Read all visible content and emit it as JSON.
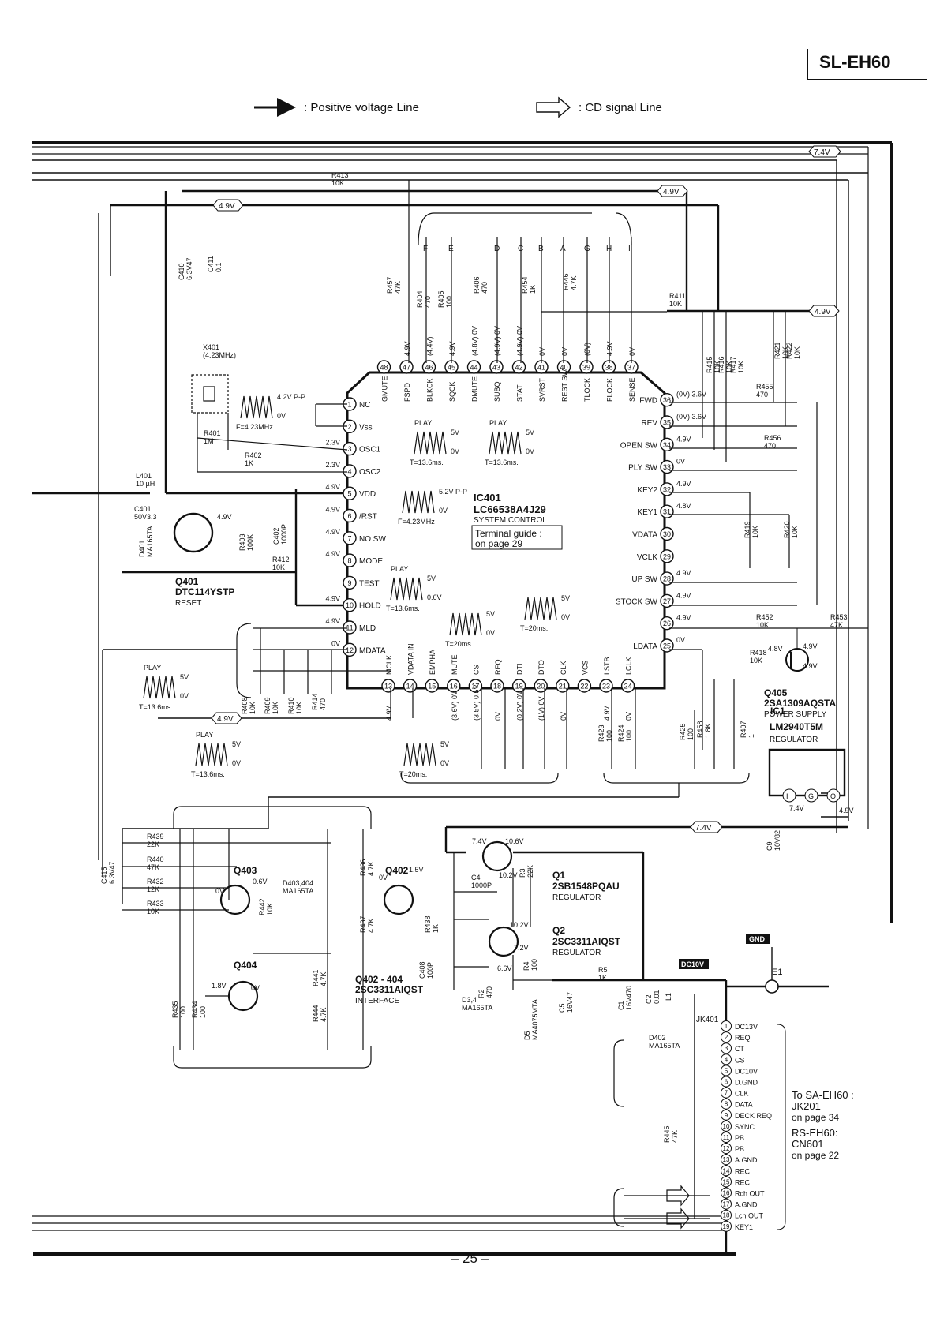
{
  "header": {
    "model": "SL-EH60"
  },
  "legend": {
    "positive_line": ": Positive voltage Line",
    "cd_line": ": CD signal Line"
  },
  "ic401": {
    "ref": "IC401",
    "part": "LC66538A4J29",
    "function": "SYSTEM CONTROL",
    "guide_line1": "Terminal guide :",
    "guide_line2": "on page 29"
  },
  "ic401_pins": [
    {
      "n": "1",
      "name": "NC",
      "v": ""
    },
    {
      "n": "2",
      "name": "Vss",
      "v": ""
    },
    {
      "n": "3",
      "name": "OSC1",
      "v": "2.3V"
    },
    {
      "n": "4",
      "name": "OSC2",
      "v": "2.3V"
    },
    {
      "n": "5",
      "name": "VDD",
      "v": "4.9V"
    },
    {
      "n": "6",
      "name": "/RST",
      "v": "4.9V"
    },
    {
      "n": "7",
      "name": "NO SW",
      "v": "4.9V"
    },
    {
      "n": "8",
      "name": "MODE",
      "v": "4.9V"
    },
    {
      "n": "9",
      "name": "TEST",
      "v": ""
    },
    {
      "n": "10",
      "name": "HOLD",
      "v": "4.9V"
    },
    {
      "n": "11",
      "name": "MLD",
      "v": "4.9V"
    },
    {
      "n": "12",
      "name": "MDATA",
      "v": "0V"
    },
    {
      "n": "13",
      "name": "MCLK",
      "v": "4.9V"
    },
    {
      "n": "14",
      "name": "VDATA IN",
      "v": ""
    },
    {
      "n": "15",
      "name": "EMPHA",
      "v": ""
    },
    {
      "n": "16",
      "name": "MUTE",
      "v": "(3.6V) 0V"
    },
    {
      "n": "17",
      "name": "CS",
      "v": "(3.5V) 0.5V"
    },
    {
      "n": "18",
      "name": "REQ",
      "v": "0V"
    },
    {
      "n": "19",
      "name": "DTI",
      "v": "(0.2V) 0V"
    },
    {
      "n": "20",
      "name": "DTO",
      "v": "(1V) 0V"
    },
    {
      "n": "21",
      "name": "CLK",
      "v": "0V"
    },
    {
      "n": "22",
      "name": "VCS",
      "v": ""
    },
    {
      "n": "23",
      "name": "LSTB",
      "v": "4.9V"
    },
    {
      "n": "24",
      "name": "LCLK",
      "v": "0V"
    },
    {
      "n": "25",
      "name": "LDATA",
      "v": "0V"
    },
    {
      "n": "26",
      "name": "",
      "v": "4.9V"
    },
    {
      "n": "27",
      "name": "STOCK SW",
      "v": "4.9V"
    },
    {
      "n": "28",
      "name": "UP SW",
      "v": "4.9V"
    },
    {
      "n": "29",
      "name": "VCLK",
      "v": ""
    },
    {
      "n": "30",
      "name": "VDATA",
      "v": ""
    },
    {
      "n": "31",
      "name": "KEY1",
      "v": "4.8V"
    },
    {
      "n": "32",
      "name": "KEY2",
      "v": "4.9V"
    },
    {
      "n": "33",
      "name": "PLY SW",
      "v": "0V"
    },
    {
      "n": "34",
      "name": "OPEN SW",
      "v": "4.9V"
    },
    {
      "n": "35",
      "name": "REV",
      "v": "(0V) 3.6V"
    },
    {
      "n": "36",
      "name": "FWD",
      "v": "(0V) 3.6V"
    },
    {
      "n": "37",
      "name": "SENSE",
      "v": "0V"
    },
    {
      "n": "38",
      "name": "FLOCK",
      "v": "4.9V"
    },
    {
      "n": "39",
      "name": "TLOCK",
      "v": "(0V)"
    },
    {
      "n": "40",
      "name": "REST SW",
      "v": "0V"
    },
    {
      "n": "41",
      "name": "SVRST",
      "v": "0V"
    },
    {
      "n": "42",
      "name": "STAT",
      "v": "(4.9V) 0V"
    },
    {
      "n": "43",
      "name": "SUBQ",
      "v": "(4.9V) 0V"
    },
    {
      "n": "44",
      "name": "DMUTE",
      "v": "(4.8V) 0V"
    },
    {
      "n": "45",
      "name": "SQCK",
      "v": "4.9V"
    },
    {
      "n": "46",
      "name": "BLKCK",
      "v": "(4.4V)"
    },
    {
      "n": "47",
      "name": "FSPD",
      "v": "4.9V"
    },
    {
      "n": "48",
      "name": "GMUTE",
      "v": ""
    }
  ],
  "rails": [
    "7.4V",
    "4.9V",
    "4.9V",
    "4.9V",
    "7.4V",
    "4.9V"
  ],
  "badges": {
    "gnd": "GND",
    "dc10v": "DC10V",
    "e1": "E1"
  },
  "resistors": [
    {
      "ref": "R413",
      "val": "10K"
    },
    {
      "ref": "R457",
      "val": "47K"
    },
    {
      "ref": "R404",
      "val": "470"
    },
    {
      "ref": "R405",
      "val": "100"
    },
    {
      "ref": "R406",
      "val": "470"
    },
    {
      "ref": "R454",
      "val": "1K"
    },
    {
      "ref": "R446",
      "val": "4.7K"
    },
    {
      "ref": "R411",
      "val": "10K"
    },
    {
      "ref": "R415",
      "val": "10K"
    },
    {
      "ref": "R416",
      "val": "10K"
    },
    {
      "ref": "R417",
      "val": "10K"
    },
    {
      "ref": "R421",
      "val": "10K"
    },
    {
      "ref": "R422",
      "val": "10K"
    },
    {
      "ref": "R455",
      "val": "470"
    },
    {
      "ref": "R456",
      "val": "470"
    },
    {
      "ref": "R401",
      "val": "1M"
    },
    {
      "ref": "R402",
      "val": "1K"
    },
    {
      "ref": "R403",
      "val": "100K"
    },
    {
      "ref": "R412",
      "val": "10K"
    },
    {
      "ref": "R408",
      "val": "10K"
    },
    {
      "ref": "R409",
      "val": "10K"
    },
    {
      "ref": "R410",
      "val": "10K"
    },
    {
      "ref": "R414",
      "val": "470"
    },
    {
      "ref": "R419",
      "val": "10K"
    },
    {
      "ref": "R420",
      "val": "10K"
    },
    {
      "ref": "R452",
      "val": "10K"
    },
    {
      "ref": "R453",
      "val": "47K"
    },
    {
      "ref": "R418",
      "val": "10K"
    },
    {
      "ref": "R423",
      "val": "100"
    },
    {
      "ref": "R424",
      "val": "100"
    },
    {
      "ref": "R425",
      "val": "100"
    },
    {
      "ref": "R458",
      "val": "1.8K"
    },
    {
      "ref": "R407",
      "val": "1"
    },
    {
      "ref": "R439",
      "val": "22K"
    },
    {
      "ref": "R440",
      "val": "47K"
    },
    {
      "ref": "R432",
      "val": "12K"
    },
    {
      "ref": "R433",
      "val": "10K"
    },
    {
      "ref": "R442",
      "val": "10K"
    },
    {
      "ref": "R435",
      "val": "100"
    },
    {
      "ref": "R434",
      "val": "100"
    },
    {
      "ref": "R441",
      "val": "4.7K"
    },
    {
      "ref": "R444",
      "val": "4.7K"
    },
    {
      "ref": "R436",
      "val": "4.7K"
    },
    {
      "ref": "R437",
      "val": "4.7K"
    },
    {
      "ref": "R438",
      "val": "1K"
    },
    {
      "ref": "R3",
      "val": "22K"
    },
    {
      "ref": "R2",
      "val": "470"
    },
    {
      "ref": "R4",
      "val": "100"
    },
    {
      "ref": "R5",
      "val": "1K"
    },
    {
      "ref": "R445",
      "val": "47K"
    }
  ],
  "capacitors": [
    {
      "ref": "C410",
      "val": "6.3V47"
    },
    {
      "ref": "C411",
      "val": "0.1"
    },
    {
      "ref": "C401",
      "val": "50V3.3"
    },
    {
      "ref": "C402",
      "val": "1000P"
    },
    {
      "ref": "C415",
      "val": "6.3V47"
    },
    {
      "ref": "C9",
      "val": "10V82"
    },
    {
      "ref": "C4",
      "val": "1000P"
    },
    {
      "ref": "C408",
      "val": "100P"
    },
    {
      "ref": "C5",
      "val": "16V47"
    },
    {
      "ref": "C1",
      "val": "16V470"
    },
    {
      "ref": "C2",
      "val": "0.01"
    }
  ],
  "misc_parts": [
    {
      "ref": "X401",
      "val": "(4.23MHz)"
    },
    {
      "ref": "L401",
      "val": "10 µH"
    },
    {
      "ref": "L1",
      "val": ""
    },
    {
      "ref": "D401",
      "val": "MA165TA"
    },
    {
      "ref": "D403,404",
      "val": "MA165TA"
    },
    {
      "ref": "D3,4",
      "val": "MA165TA"
    },
    {
      "ref": "D5",
      "val": "MA4075MTA"
    },
    {
      "ref": "D402",
      "val": "MA165TA"
    },
    {
      "ref": "JK401",
      "val": ""
    }
  ],
  "transistors": {
    "q401": {
      "ref": "Q401",
      "part": "DTC114YSTP",
      "role": "RESET"
    },
    "q405": {
      "ref": "Q405",
      "part": "2SA1309AQSTA",
      "role": "POWER SUPPLY"
    },
    "ic1": {
      "ref": "IC1",
      "part": "LM2940T5M",
      "role": "REGULATOR"
    },
    "q1": {
      "ref": "Q1",
      "part": "2SB1548PQAU",
      "role": "REGULATOR"
    },
    "q2": {
      "ref": "Q2",
      "part": "2SC3311AIQST",
      "role": "REGULATOR"
    },
    "q402": {
      "ref": "Q402",
      "part": "",
      "role": ""
    },
    "q403": {
      "ref": "Q403",
      "part": "",
      "role": ""
    },
    "q404": {
      "ref": "Q404",
      "part": "",
      "role": ""
    },
    "q402_404": {
      "ref": "Q402 - 404",
      "part": "2SC3311AIQST",
      "role": "INTERFACE"
    }
  },
  "waveforms": [
    {
      "mode": "",
      "amp": "4.2V P-P",
      "period": "F=4.23MHz"
    },
    {
      "mode": "",
      "amp": "5.2V P-P",
      "period": "F=4.23MHz"
    },
    {
      "mode": "PLAY",
      "amp": "5V",
      "period": "T=13.6ms."
    },
    {
      "mode": "PLAY",
      "amp": "5V",
      "period": "T=13.6ms."
    },
    {
      "mode": "PLAY",
      "amp": "5V",
      "period": "T=13.6ms."
    },
    {
      "mode": "",
      "amp": "5V",
      "period": "T=20ms."
    },
    {
      "mode": "",
      "amp": "5V",
      "period": "T=20ms."
    },
    {
      "mode": "PLAY",
      "amp": "5V",
      "period": "T=13.6ms."
    },
    {
      "mode": "PLAY",
      "amp": "5V",
      "period": "T=13.6ms."
    },
    {
      "mode": "",
      "amp": "5V",
      "period": "T=20ms."
    }
  ],
  "wave_levels": [
    "0V",
    "0V",
    "0V",
    "0V",
    "0.6V",
    "0V",
    "0V",
    "0V",
    "0V",
    "0V"
  ],
  "ic401_top_letters": [
    "F",
    "E",
    "D",
    "C",
    "B",
    "A",
    "G",
    "H",
    "I"
  ],
  "connector_jk201": {
    "pins": [
      {
        "n": "1",
        "name": "DC13V"
      },
      {
        "n": "2",
        "name": "REQ"
      },
      {
        "n": "3",
        "name": "CT"
      },
      {
        "n": "4",
        "name": "CS"
      },
      {
        "n": "5",
        "name": "DC10V"
      },
      {
        "n": "6",
        "name": "D.GND"
      },
      {
        "n": "7",
        "name": "CLK"
      },
      {
        "n": "8",
        "name": "DATA"
      },
      {
        "n": "9",
        "name": "DECK REQ"
      },
      {
        "n": "10",
        "name": "SYNC"
      },
      {
        "n": "11",
        "name": "PB"
      },
      {
        "n": "12",
        "name": "PB"
      },
      {
        "n": "13",
        "name": "A.GND"
      },
      {
        "n": "14",
        "name": "REC"
      },
      {
        "n": "15",
        "name": "REC"
      },
      {
        "n": "16",
        "name": "Rch OUT"
      },
      {
        "n": "17",
        "name": "A.GND"
      },
      {
        "n": "18",
        "name": "Lch OUT"
      },
      {
        "n": "19",
        "name": "KEY1"
      }
    ],
    "note": [
      "To SA-EH60 :",
      "JK201",
      "on page 34",
      "RS-EH60:",
      "CN601",
      "on page 22"
    ]
  },
  "voltages": [
    "7.4V",
    "10.6V",
    "10.2V",
    "10.2V",
    "7.2V",
    "6.6V",
    "1.5V",
    "0V",
    "0V",
    "0.6V",
    "1.8V",
    "0V",
    "4.8V",
    "4.9V",
    "4.9V",
    "7.4V",
    "4.9V",
    "4.9V"
  ],
  "page_number": "– 25 –"
}
